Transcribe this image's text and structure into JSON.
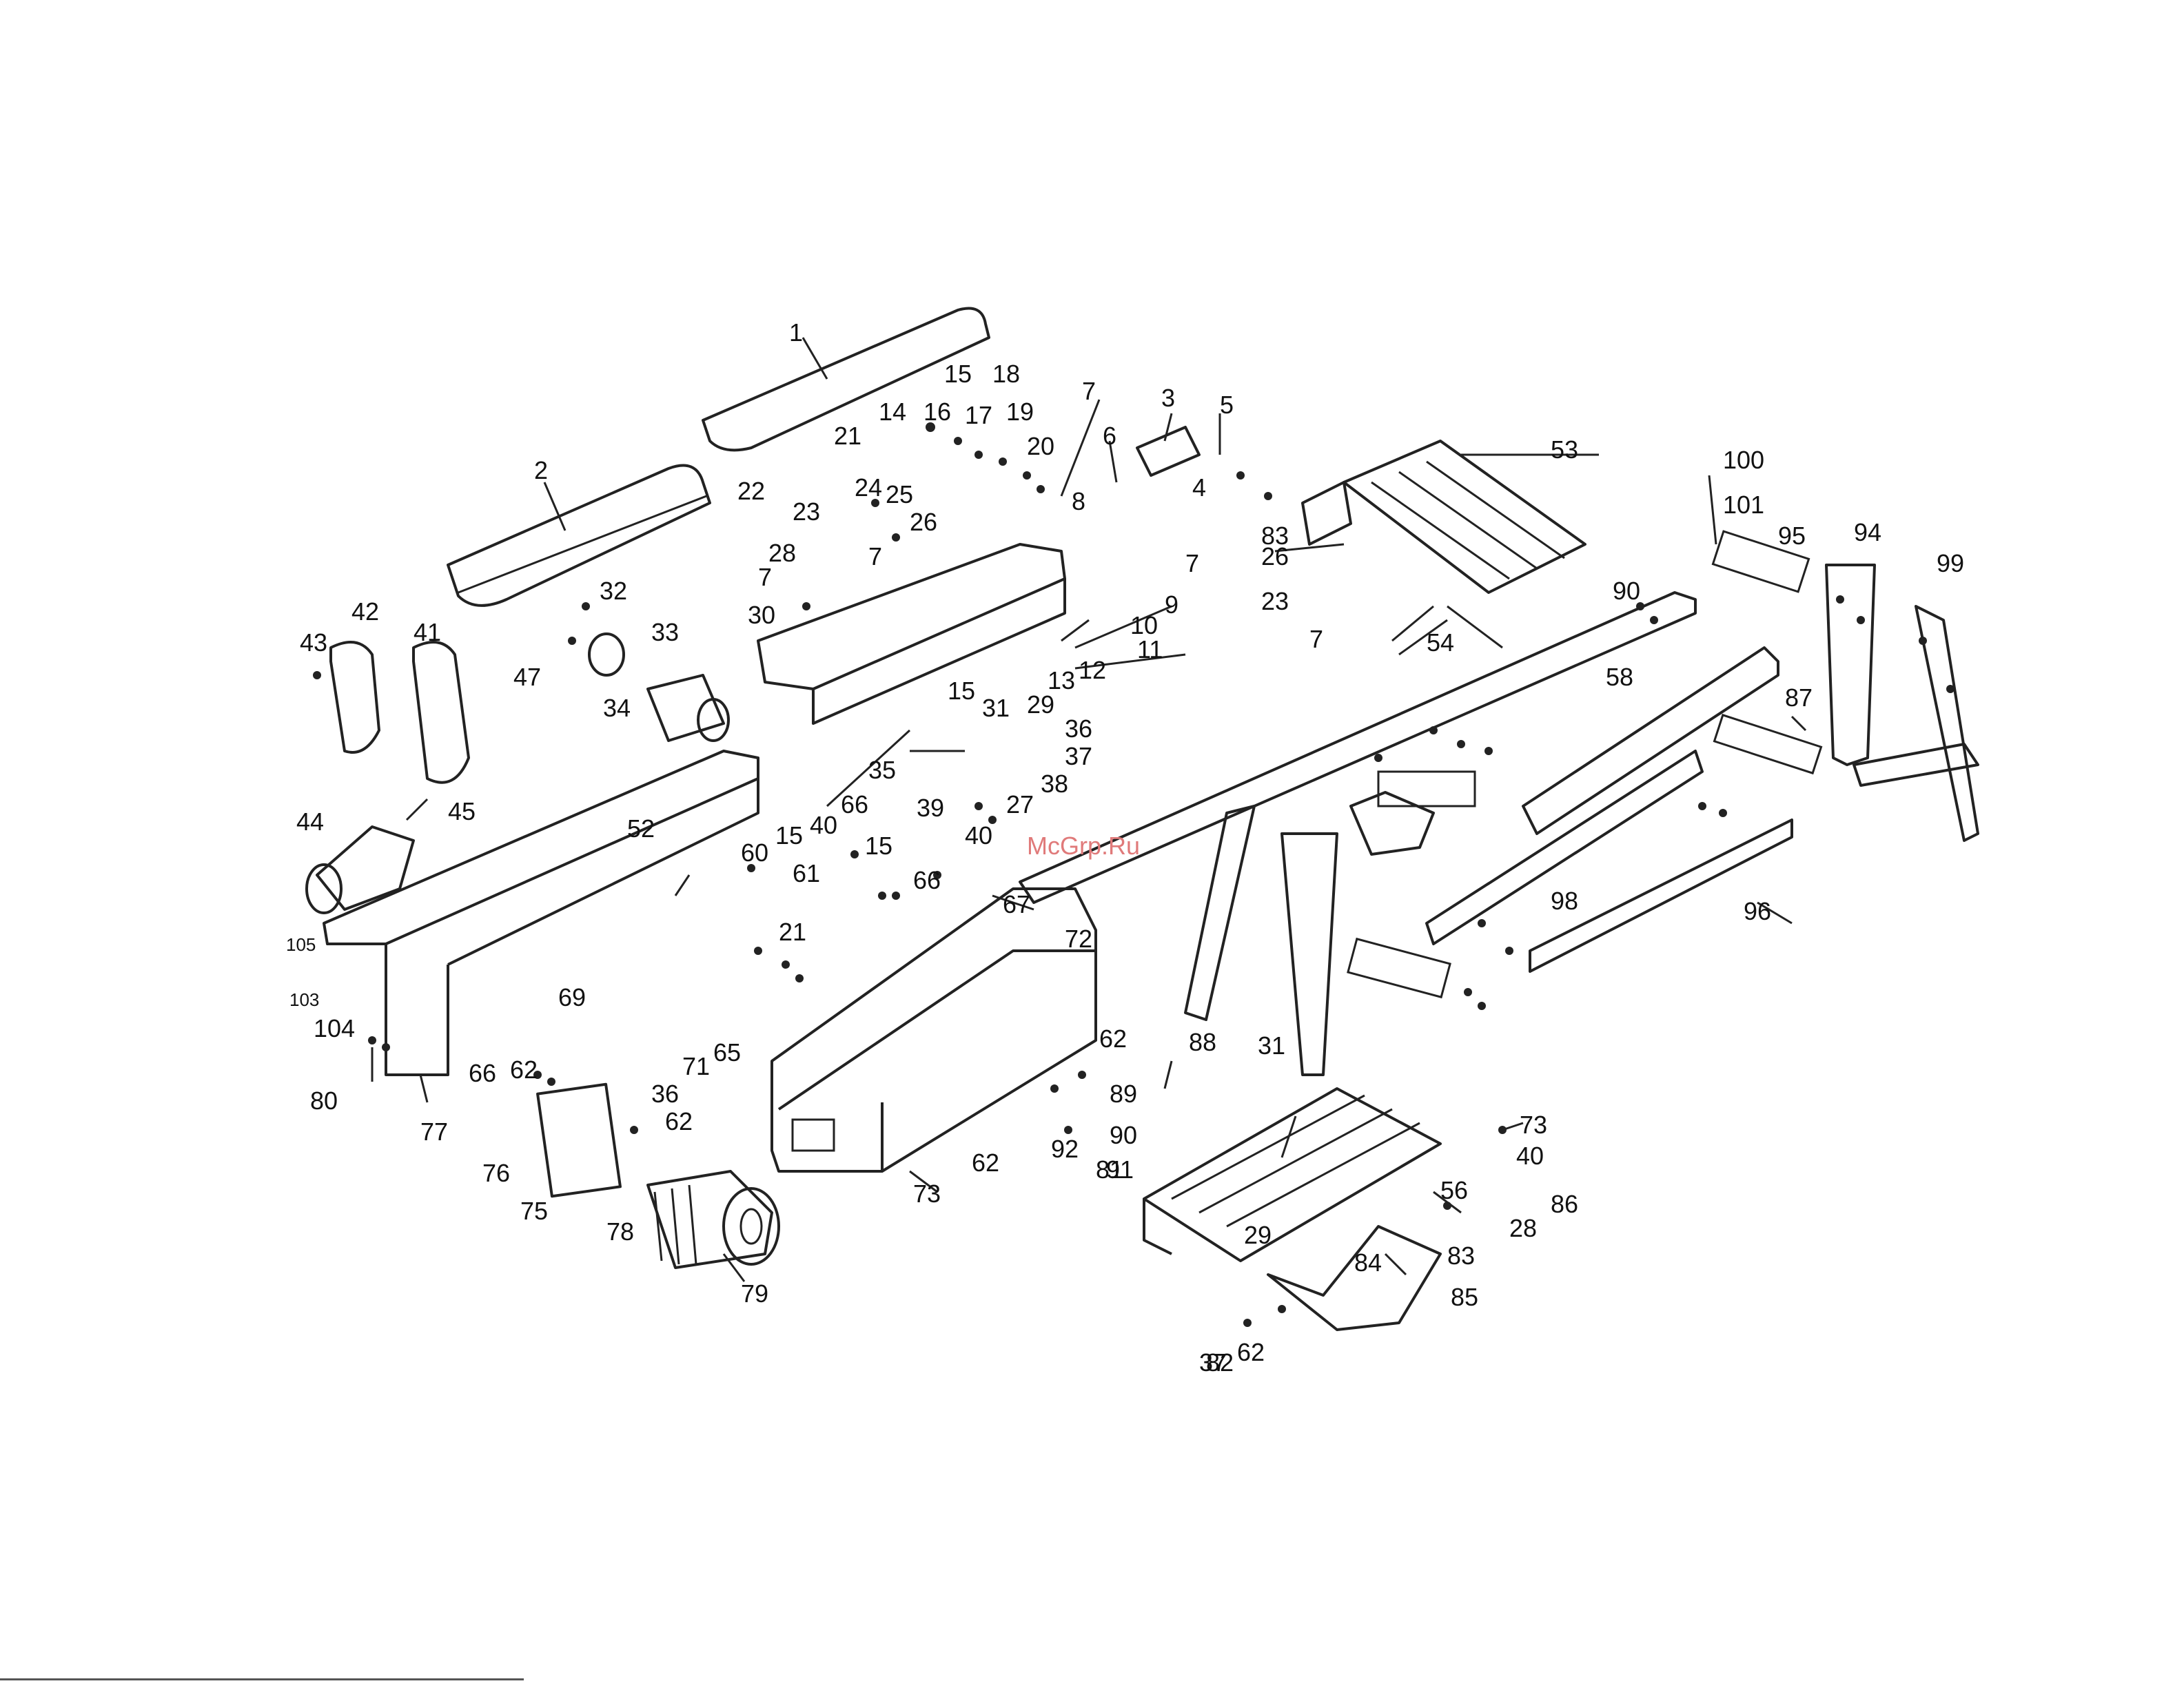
{
  "watermark": "McGrp.Ru",
  "callouts": [
    {
      "id": "c1",
      "text": "1"
    },
    {
      "id": "c2",
      "text": "2"
    },
    {
      "id": "c3",
      "text": "3"
    },
    {
      "id": "c5",
      "text": "5"
    },
    {
      "id": "c4",
      "text": "4"
    },
    {
      "id": "c6",
      "text": "6"
    },
    {
      "id": "c7a",
      "text": "7"
    },
    {
      "id": "c7b",
      "text": "7"
    },
    {
      "id": "c7c",
      "text": "7"
    },
    {
      "id": "c7d",
      "text": "7"
    },
    {
      "id": "c7e",
      "text": "7"
    },
    {
      "id": "c8",
      "text": "8"
    },
    {
      "id": "c9",
      "text": "9"
    },
    {
      "id": "c10",
      "text": "10"
    },
    {
      "id": "c11",
      "text": "11"
    },
    {
      "id": "c12",
      "text": "12"
    },
    {
      "id": "c13",
      "text": "13"
    },
    {
      "id": "c14",
      "text": "14"
    },
    {
      "id": "c15a",
      "text": "15"
    },
    {
      "id": "c15b",
      "text": "15"
    },
    {
      "id": "c15c",
      "text": "15"
    },
    {
      "id": "c15d",
      "text": "15"
    },
    {
      "id": "c16",
      "text": "16"
    },
    {
      "id": "c17",
      "text": "17"
    },
    {
      "id": "c18",
      "text": "18"
    },
    {
      "id": "c19",
      "text": "19"
    },
    {
      "id": "c20",
      "text": "20"
    },
    {
      "id": "c21a",
      "text": "21"
    },
    {
      "id": "c21b",
      "text": "21"
    },
    {
      "id": "c22",
      "text": "22"
    },
    {
      "id": "c23a",
      "text": "23"
    },
    {
      "id": "c23b",
      "text": "23"
    },
    {
      "id": "c24",
      "text": "24"
    },
    {
      "id": "c25",
      "text": "25"
    },
    {
      "id": "c26a",
      "text": "26"
    },
    {
      "id": "c26b",
      "text": "26"
    },
    {
      "id": "c27",
      "text": "27"
    },
    {
      "id": "c28a",
      "text": "28"
    },
    {
      "id": "c28b",
      "text": "28"
    },
    {
      "id": "c29a",
      "text": "29"
    },
    {
      "id": "c29b",
      "text": "29"
    },
    {
      "id": "c30",
      "text": "30"
    },
    {
      "id": "c31a",
      "text": "31"
    },
    {
      "id": "c31b",
      "text": "31"
    },
    {
      "id": "c32",
      "text": "32"
    },
    {
      "id": "c33",
      "text": "33"
    },
    {
      "id": "c34",
      "text": "34"
    },
    {
      "id": "c35",
      "text": "35"
    },
    {
      "id": "c36a",
      "text": "36"
    },
    {
      "id": "c36b",
      "text": "36"
    },
    {
      "id": "c37a",
      "text": "37"
    },
    {
      "id": "c37b",
      "text": "37"
    },
    {
      "id": "c38",
      "text": "38"
    },
    {
      "id": "c39",
      "text": "39"
    },
    {
      "id": "c40a",
      "text": "40"
    },
    {
      "id": "c40b",
      "text": "40"
    },
    {
      "id": "c40c",
      "text": "40"
    },
    {
      "id": "c41",
      "text": "41"
    },
    {
      "id": "c42",
      "text": "42"
    },
    {
      "id": "c43",
      "text": "43"
    },
    {
      "id": "c44",
      "text": "44"
    },
    {
      "id": "c45",
      "text": "45"
    },
    {
      "id": "c47",
      "text": "47"
    },
    {
      "id": "c52",
      "text": "52"
    },
    {
      "id": "c53",
      "text": "53"
    },
    {
      "id": "c54",
      "text": "54"
    },
    {
      "id": "c56",
      "text": "56"
    },
    {
      "id": "c58",
      "text": "58"
    },
    {
      "id": "c60",
      "text": "60"
    },
    {
      "id": "c61",
      "text": "61"
    },
    {
      "id": "c62a",
      "text": "62"
    },
    {
      "id": "c62b",
      "text": "62"
    },
    {
      "id": "c62c",
      "text": "62"
    },
    {
      "id": "c62d",
      "text": "62"
    },
    {
      "id": "c62e",
      "text": "62"
    },
    {
      "id": "c65",
      "text": "65"
    },
    {
      "id": "c66a",
      "text": "66"
    },
    {
      "id": "c66b",
      "text": "66"
    },
    {
      "id": "c66c",
      "text": "66"
    },
    {
      "id": "c67",
      "text": "67"
    },
    {
      "id": "c69",
      "text": "69"
    },
    {
      "id": "c71",
      "text": "71"
    },
    {
      "id": "c72",
      "text": "72"
    },
    {
      "id": "c73a",
      "text": "73"
    },
    {
      "id": "c73b",
      "text": "73"
    },
    {
      "id": "c75",
      "text": "75"
    },
    {
      "id": "c76",
      "text": "76"
    },
    {
      "id": "c77",
      "text": "77"
    },
    {
      "id": "c78",
      "text": "78"
    },
    {
      "id": "c79",
      "text": "79"
    },
    {
      "id": "c80a",
      "text": "80"
    },
    {
      "id": "c81",
      "text": "81"
    },
    {
      "id": "c82",
      "text": "82"
    },
    {
      "id": "c83a",
      "text": "83"
    },
    {
      "id": "c83b",
      "text": "83"
    },
    {
      "id": "c84",
      "text": "84"
    },
    {
      "id": "c85",
      "text": "85"
    },
    {
      "id": "c86",
      "text": "86"
    },
    {
      "id": "c87",
      "text": "87"
    },
    {
      "id": "c88",
      "text": "88"
    },
    {
      "id": "c89",
      "text": "89"
    },
    {
      "id": "c90a",
      "text": "90"
    },
    {
      "id": "c90b",
      "text": "90"
    },
    {
      "id": "c91",
      "text": "91"
    },
    {
      "id": "c92",
      "text": "92"
    },
    {
      "id": "c94",
      "text": "94"
    },
    {
      "id": "c95",
      "text": "95"
    },
    {
      "id": "c96",
      "text": "96"
    },
    {
      "id": "c98",
      "text": "98"
    },
    {
      "id": "c99",
      "text": "99"
    },
    {
      "id": "c100",
      "text": "100"
    },
    {
      "id": "c101",
      "text": "101"
    },
    {
      "id": "c103",
      "text": "103"
    },
    {
      "id": "c104",
      "text": "104"
    },
    {
      "id": "c105",
      "text": "105"
    }
  ]
}
